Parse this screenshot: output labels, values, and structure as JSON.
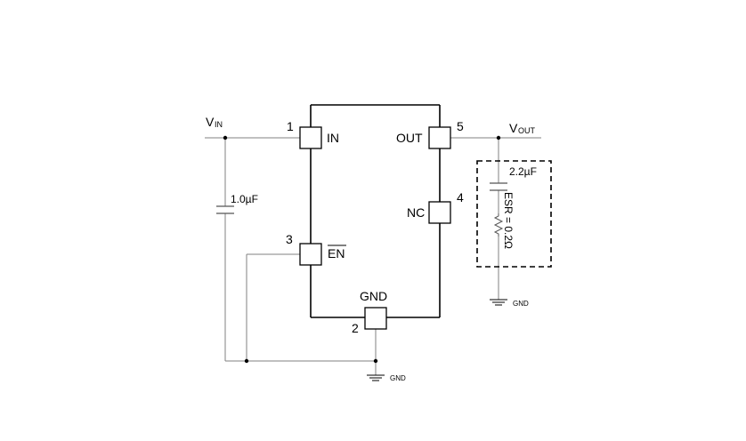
{
  "ic": {
    "pins": {
      "in": {
        "number": "1",
        "label": "IN"
      },
      "gnd": {
        "number": "2",
        "label": "GND"
      },
      "en": {
        "number": "3",
        "label": "EN"
      },
      "nc": {
        "number": "4",
        "label": "NC"
      },
      "out": {
        "number": "5",
        "label": "OUT"
      }
    }
  },
  "nets": {
    "vin": {
      "main": "V",
      "sub": "IN"
    },
    "vout": {
      "main": "V",
      "sub": "OUT"
    }
  },
  "components": {
    "input_cap": {
      "value": "1.0µF"
    },
    "output_cap": {
      "value": "2.2µF"
    },
    "esr": {
      "value": "ESR = 0.2Ω"
    }
  },
  "grounds": {
    "main_label": "GND",
    "output_label": "GND"
  }
}
